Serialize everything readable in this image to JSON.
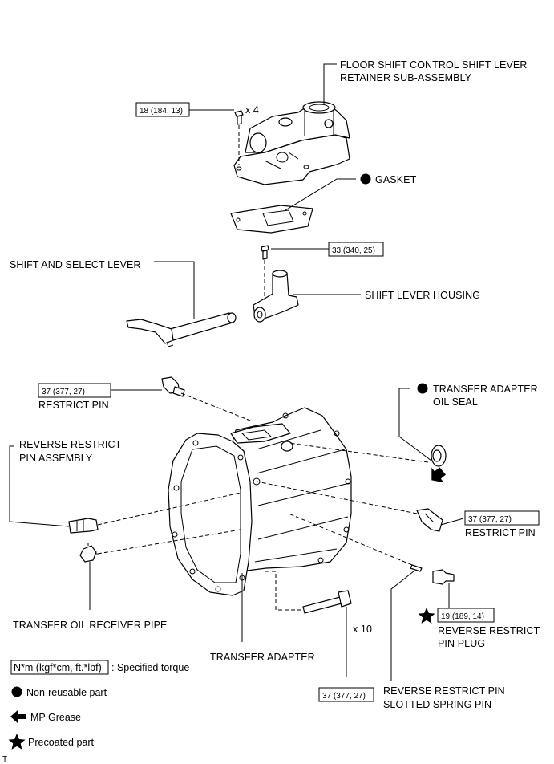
{
  "labels": {
    "floor_shift_line1": "FLOOR SHIFT CONTROL SHIFT LEVER",
    "floor_shift_line2": "RETAINER SUB-ASSEMBLY",
    "torque_retainer": "18 (184, 13)",
    "retainer_qty": "x 4",
    "gasket": "GASKET",
    "torque_housing": "33 (340, 25)",
    "shift_select_lever": "SHIFT AND SELECT LEVER",
    "shift_lever_housing": "SHIFT LEVER HOUSING",
    "torque_restrict_pin_left": "37 (377, 27)",
    "restrict_pin_left": "RESTRICT PIN",
    "oil_seal_line1": "TRANSFER ADAPTER",
    "oil_seal_line2": "OIL SEAL",
    "reverse_pin_assy_line1": "REVERSE RESTRICT",
    "reverse_pin_assy_line2": "PIN ASSEMBLY",
    "torque_restrict_pin_right": "37 (377, 27)",
    "restrict_pin_right": "RESTRICT PIN",
    "torque_plug": "19 (189, 14)",
    "plug_line1": "REVERSE RESTRICT",
    "plug_line2": "PIN PLUG",
    "oil_receiver_pipe": "TRANSFER OIL RECEIVER PIPE",
    "bolt_qty": "x 10",
    "transfer_adapter": "TRANSFER ADAPTER",
    "torque_adapter_bolt": "37 (377, 27)",
    "spring_pin_line1": "REVERSE RESTRICT PIN",
    "spring_pin_line2": "SLOTTED SPRING PIN"
  },
  "legend": {
    "torque_box": "N*m (kgf*cm, ft.*lbf)",
    "torque_desc": ": Specified torque",
    "non_reusable": "Non-reusable part",
    "mp_grease": "MP Grease",
    "precoated": "Precoated part"
  },
  "footer_mark": "T"
}
